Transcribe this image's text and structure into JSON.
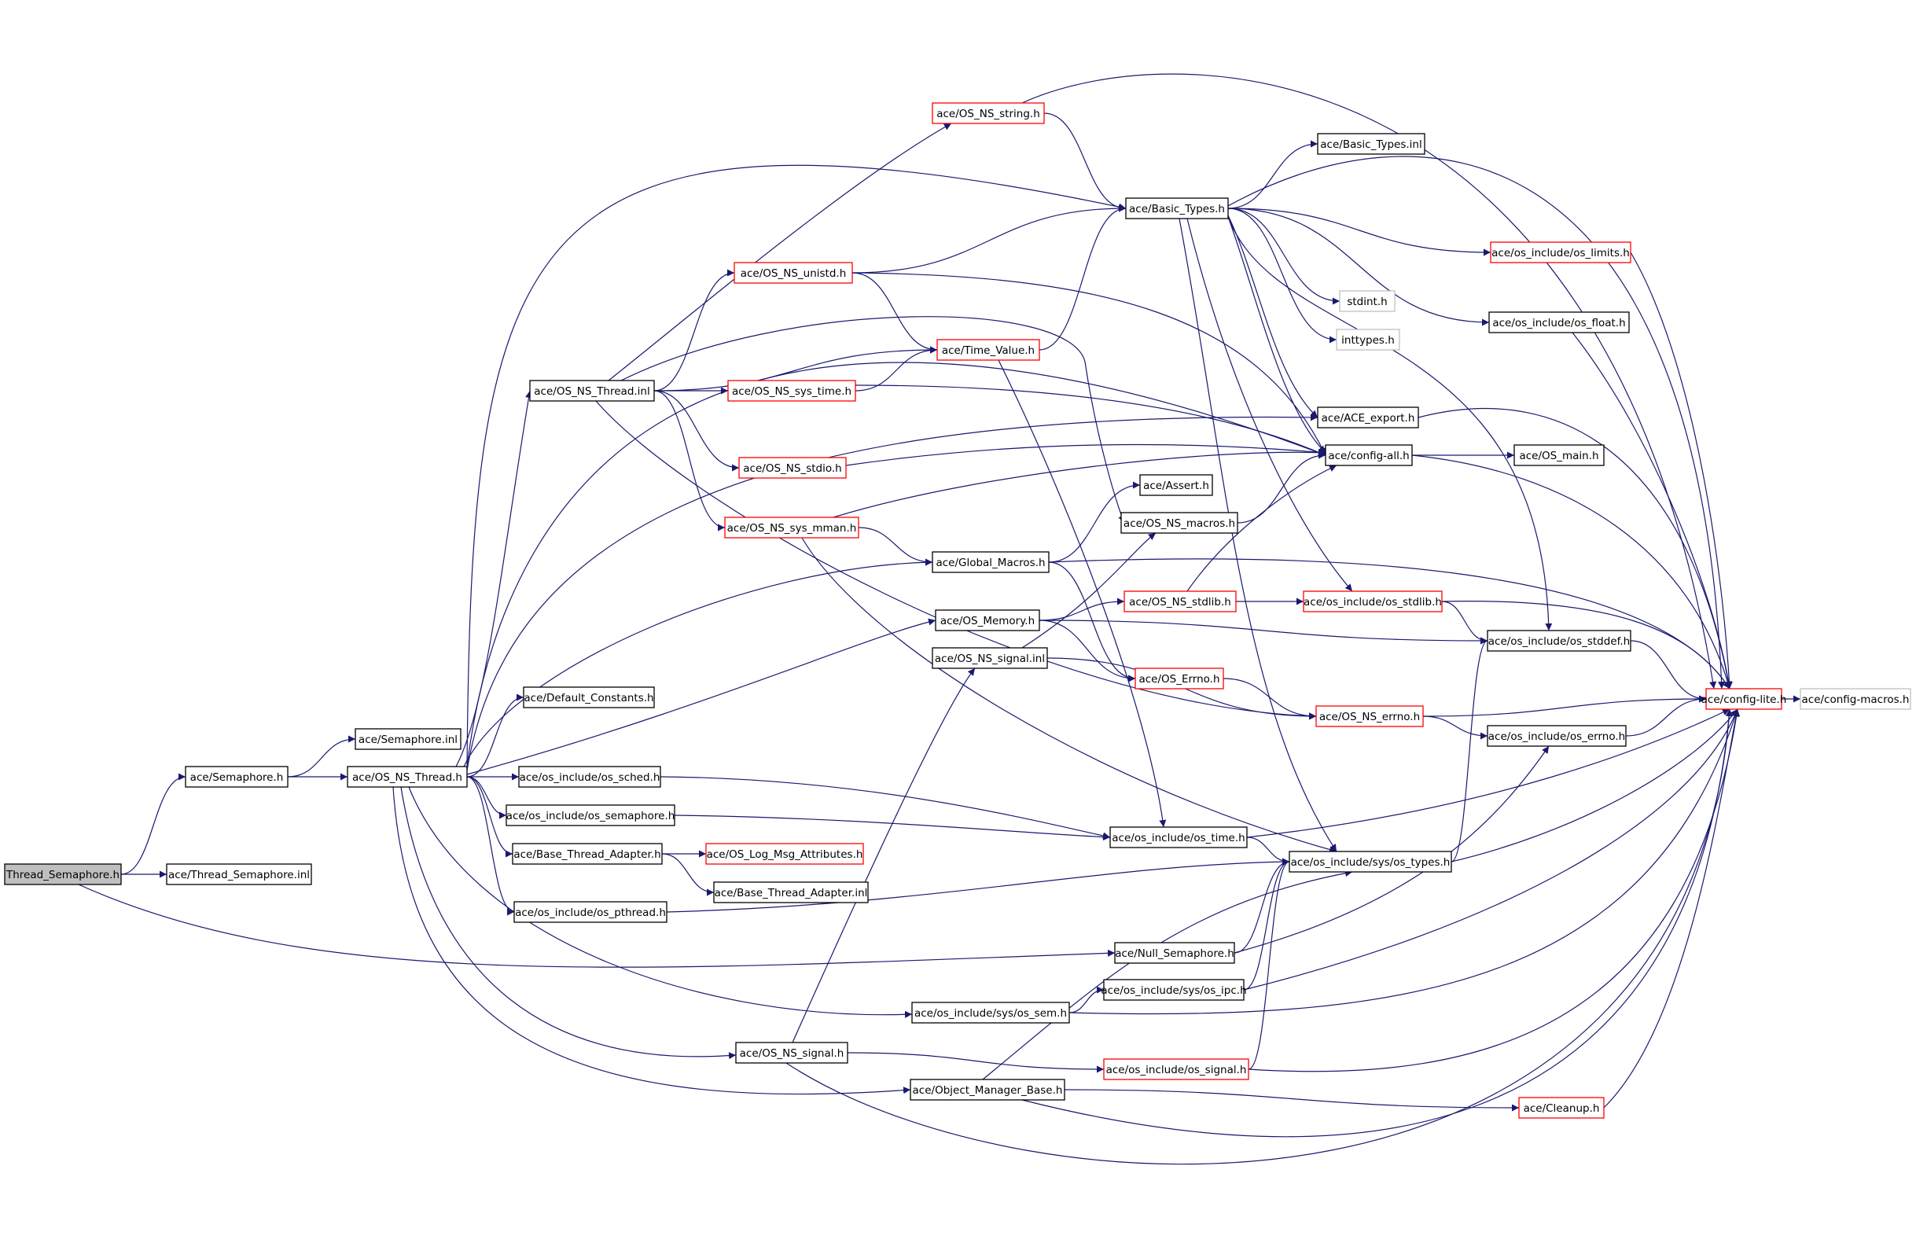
{
  "colors": {
    "edge": "#191970",
    "box_default": "#000000",
    "box_incomplete": "#ff0000",
    "box_external": "#bfbfbf",
    "fill_root": "#bfbfbf",
    "fill_default": "#ffffff"
  },
  "nodes": [
    {
      "id": "thread_sem",
      "label": "Thread_Semaphore.h",
      "style": "root"
    },
    {
      "id": "thread_sem_inl",
      "label": "ace/Thread_Semaphore.inl",
      "style": "default"
    },
    {
      "id": "semaphore",
      "label": "ace/Semaphore.h",
      "style": "default"
    },
    {
      "id": "semaphore_inl",
      "label": "ace/Semaphore.inl",
      "style": "default"
    },
    {
      "id": "os_ns_thread",
      "label": "ace/OS_NS_Thread.h",
      "style": "default"
    },
    {
      "id": "os_ns_thread_inl",
      "label": "ace/OS_NS_Thread.inl",
      "style": "default"
    },
    {
      "id": "default_constants",
      "label": "ace/Default_Constants.h",
      "style": "default"
    },
    {
      "id": "os_sched",
      "label": "ace/os_include/os_sched.h",
      "style": "default"
    },
    {
      "id": "os_semaphore",
      "label": "ace/os_include/os_semaphore.h",
      "style": "default"
    },
    {
      "id": "base_thread_adapter",
      "label": "ace/Base_Thread_Adapter.h",
      "style": "default"
    },
    {
      "id": "os_log_msg_attr",
      "label": "ace/OS_Log_Msg_Attributes.h",
      "style": "incomplete"
    },
    {
      "id": "base_thread_adapter_inl",
      "label": "ace/Base_Thread_Adapter.inl",
      "style": "default"
    },
    {
      "id": "os_pthread",
      "label": "ace/os_include/os_pthread.h",
      "style": "default"
    },
    {
      "id": "os_ns_string",
      "label": "ace/OS_NS_string.h",
      "style": "incomplete"
    },
    {
      "id": "os_ns_unistd",
      "label": "ace/OS_NS_unistd.h",
      "style": "incomplete"
    },
    {
      "id": "time_value",
      "label": "ace/Time_Value.h",
      "style": "incomplete"
    },
    {
      "id": "os_ns_sys_time",
      "label": "ace/OS_NS_sys_time.h",
      "style": "incomplete"
    },
    {
      "id": "os_ns_stdio",
      "label": "ace/OS_NS_stdio.h",
      "style": "incomplete"
    },
    {
      "id": "os_ns_sys_mman",
      "label": "ace/OS_NS_sys_mman.h",
      "style": "incomplete"
    },
    {
      "id": "global_macros",
      "label": "ace/Global_Macros.h",
      "style": "default"
    },
    {
      "id": "os_memory",
      "label": "ace/OS_Memory.h",
      "style": "default"
    },
    {
      "id": "os_ns_signal_inl",
      "label": "ace/OS_NS_signal.inl",
      "style": "default"
    },
    {
      "id": "basic_types",
      "label": "ace/Basic_Types.h",
      "style": "default"
    },
    {
      "id": "basic_types_inl",
      "label": "ace/Basic_Types.inl",
      "style": "default"
    },
    {
      "id": "ace_export",
      "label": "ace/ACE_export.h",
      "style": "default"
    },
    {
      "id": "config_all",
      "label": "ace/config-all.h",
      "style": "default"
    },
    {
      "id": "os_main",
      "label": "ace/OS_main.h",
      "style": "default"
    },
    {
      "id": "assert",
      "label": "ace/Assert.h",
      "style": "default"
    },
    {
      "id": "os_ns_macros",
      "label": "ace/OS_NS_macros.h",
      "style": "default"
    },
    {
      "id": "os_ns_stdlib",
      "label": "ace/OS_NS_stdlib.h",
      "style": "incomplete"
    },
    {
      "id": "os_errno_h",
      "label": "ace/OS_Errno.h",
      "style": "incomplete"
    },
    {
      "id": "os_include_stdlib",
      "label": "ace/os_include/os_stdlib.h",
      "style": "incomplete"
    },
    {
      "id": "os_ns_errno",
      "label": "ace/OS_NS_errno.h",
      "style": "incomplete"
    },
    {
      "id": "os_include_limits",
      "label": "ace/os_include/os_limits.h",
      "style": "incomplete"
    },
    {
      "id": "stdint",
      "label": "stdint.h",
      "style": "external"
    },
    {
      "id": "inttypes",
      "label": "inttypes.h",
      "style": "external"
    },
    {
      "id": "os_include_float",
      "label": "ace/os_include/os_float.h",
      "style": "default"
    },
    {
      "id": "os_include_stddef",
      "label": "ace/os_include/os_stddef.h",
      "style": "default"
    },
    {
      "id": "os_include_errno",
      "label": "ace/os_include/os_errno.h",
      "style": "default"
    },
    {
      "id": "config_lite",
      "label": "ace/config-lite.h",
      "style": "incomplete"
    },
    {
      "id": "config_macros",
      "label": "ace/config-macros.h",
      "style": "external"
    },
    {
      "id": "os_time",
      "label": "ace/os_include/os_time.h",
      "style": "default"
    },
    {
      "id": "sys_os_types",
      "label": "ace/os_include/sys/os_types.h",
      "style": "default"
    },
    {
      "id": "null_semaphore",
      "label": "ace/Null_Semaphore.h",
      "style": "default"
    },
    {
      "id": "sys_os_ipc",
      "label": "ace/os_include/sys/os_ipc.h",
      "style": "default"
    },
    {
      "id": "sys_os_sem",
      "label": "ace/os_include/sys/os_sem.h",
      "style": "default"
    },
    {
      "id": "os_ns_signal",
      "label": "ace/OS_NS_signal.h",
      "style": "default"
    },
    {
      "id": "os_include_signal",
      "label": "ace/os_include/os_signal.h",
      "style": "incomplete"
    },
    {
      "id": "object_manager_base",
      "label": "ace/Object_Manager_Base.h",
      "style": "default"
    },
    {
      "id": "cleanup",
      "label": "ace/Cleanup.h",
      "style": "incomplete"
    }
  ],
  "edges": [
    [
      "thread_sem",
      "semaphore"
    ],
    [
      "thread_sem",
      "thread_sem_inl"
    ],
    [
      "thread_sem",
      "null_semaphore"
    ],
    [
      "semaphore",
      "semaphore_inl"
    ],
    [
      "semaphore",
      "os_ns_thread"
    ],
    [
      "os_ns_thread",
      "os_ns_thread_inl"
    ],
    [
      "os_ns_thread",
      "default_constants"
    ],
    [
      "os_ns_thread",
      "os_sched"
    ],
    [
      "os_ns_thread",
      "os_semaphore"
    ],
    [
      "os_ns_thread",
      "base_thread_adapter"
    ],
    [
      "os_ns_thread",
      "os_pthread"
    ],
    [
      "os_ns_thread",
      "global_macros"
    ],
    [
      "os_ns_thread",
      "os_memory"
    ],
    [
      "os_ns_thread",
      "ace_export"
    ],
    [
      "os_ns_thread",
      "config_all"
    ],
    [
      "os_ns_thread",
      "basic_types"
    ],
    [
      "os_ns_thread",
      "sys_os_sem"
    ],
    [
      "os_ns_thread",
      "os_ns_signal"
    ],
    [
      "os_ns_thread",
      "object_manager_base"
    ],
    [
      "os_ns_thread_inl",
      "os_ns_string"
    ],
    [
      "os_ns_thread_inl",
      "os_ns_unistd"
    ],
    [
      "os_ns_thread_inl",
      "time_value"
    ],
    [
      "os_ns_thread_inl",
      "os_ns_sys_time"
    ],
    [
      "os_ns_thread_inl",
      "os_ns_stdio"
    ],
    [
      "os_ns_thread_inl",
      "os_ns_sys_mman"
    ],
    [
      "os_ns_thread_inl",
      "os_ns_errno"
    ],
    [
      "os_ns_thread_inl",
      "os_ns_macros"
    ],
    [
      "os_ns_string",
      "basic_types"
    ],
    [
      "os_ns_string",
      "config_lite"
    ],
    [
      "os_ns_unistd",
      "basic_types"
    ],
    [
      "os_ns_unistd",
      "time_value"
    ],
    [
      "os_ns_unistd",
      "config_all"
    ],
    [
      "time_value",
      "basic_types"
    ],
    [
      "time_value",
      "os_time"
    ],
    [
      "os_ns_sys_time",
      "time_value"
    ],
    [
      "os_ns_sys_time",
      "config_all"
    ],
    [
      "os_ns_stdio",
      "config_all"
    ],
    [
      "os_ns_sys_mman",
      "global_macros"
    ],
    [
      "os_ns_sys_mman",
      "config_all"
    ],
    [
      "os_ns_sys_mman",
      "sys_os_types"
    ],
    [
      "global_macros",
      "assert"
    ],
    [
      "global_macros",
      "os_errno_h"
    ],
    [
      "global_macros",
      "config_lite"
    ],
    [
      "os_memory",
      "os_ns_stdlib"
    ],
    [
      "os_memory",
      "os_errno_h"
    ],
    [
      "os_memory",
      "os_include_stddef"
    ],
    [
      "os_ns_signal_inl",
      "os_ns_macros"
    ],
    [
      "os_ns_signal_inl",
      "os_ns_errno"
    ],
    [
      "basic_types",
      "basic_types_inl"
    ],
    [
      "basic_types",
      "config_lite"
    ],
    [
      "basic_types",
      "os_include_limits"
    ],
    [
      "basic_types",
      "stdint"
    ],
    [
      "basic_types",
      "inttypes"
    ],
    [
      "basic_types",
      "os_include_float"
    ],
    [
      "basic_types",
      "ace_export"
    ],
    [
      "basic_types",
      "config_all"
    ],
    [
      "basic_types",
      "os_include_stddef"
    ],
    [
      "basic_types",
      "os_include_stdlib"
    ],
    [
      "basic_types",
      "sys_os_types"
    ],
    [
      "os_include_limits",
      "config_lite"
    ],
    [
      "os_include_float",
      "config_lite"
    ],
    [
      "ace_export",
      "config_lite"
    ],
    [
      "config_all",
      "os_main"
    ],
    [
      "config_all",
      "config_lite"
    ],
    [
      "os_ns_macros",
      "config_all"
    ],
    [
      "os_ns_stdlib",
      "os_include_stdlib"
    ],
    [
      "os_ns_stdlib",
      "config_all"
    ],
    [
      "os_errno_h",
      "os_ns_errno"
    ],
    [
      "os_include_stdlib",
      "os_include_stddef"
    ],
    [
      "os_include_stdlib",
      "config_lite"
    ],
    [
      "os_ns_errno",
      "config_lite"
    ],
    [
      "os_ns_errno",
      "os_include_errno"
    ],
    [
      "os_include_stddef",
      "config_lite"
    ],
    [
      "os_include_errno",
      "config_lite"
    ],
    [
      "config_lite",
      "config_macros"
    ],
    [
      "os_sched",
      "os_time"
    ],
    [
      "os_semaphore",
      "os_time"
    ],
    [
      "os_time",
      "sys_os_types"
    ],
    [
      "os_time",
      "config_lite"
    ],
    [
      "sys_os_types",
      "os_include_stddef"
    ],
    [
      "sys_os_types",
      "config_lite"
    ],
    [
      "base_thread_adapter",
      "os_log_msg_attr"
    ],
    [
      "base_thread_adapter",
      "base_thread_adapter_inl"
    ],
    [
      "os_pthread",
      "sys_os_types"
    ],
    [
      "null_semaphore",
      "sys_os_types"
    ],
    [
      "null_semaphore",
      "os_include_errno"
    ],
    [
      "sys_os_ipc",
      "sys_os_types"
    ],
    [
      "sys_os_ipc",
      "config_lite"
    ],
    [
      "sys_os_sem",
      "sys_os_ipc"
    ],
    [
      "sys_os_sem",
      "config_lite"
    ],
    [
      "os_ns_signal",
      "os_ns_signal_inl"
    ],
    [
      "os_ns_signal",
      "os_include_signal"
    ],
    [
      "os_ns_signal",
      "config_lite"
    ],
    [
      "os_include_signal",
      "sys_os_types"
    ],
    [
      "os_include_signal",
      "config_lite"
    ],
    [
      "object_manager_base",
      "sys_os_types"
    ],
    [
      "object_manager_base",
      "cleanup"
    ],
    [
      "object_manager_base",
      "config_lite"
    ],
    [
      "cleanup",
      "config_lite"
    ]
  ]
}
